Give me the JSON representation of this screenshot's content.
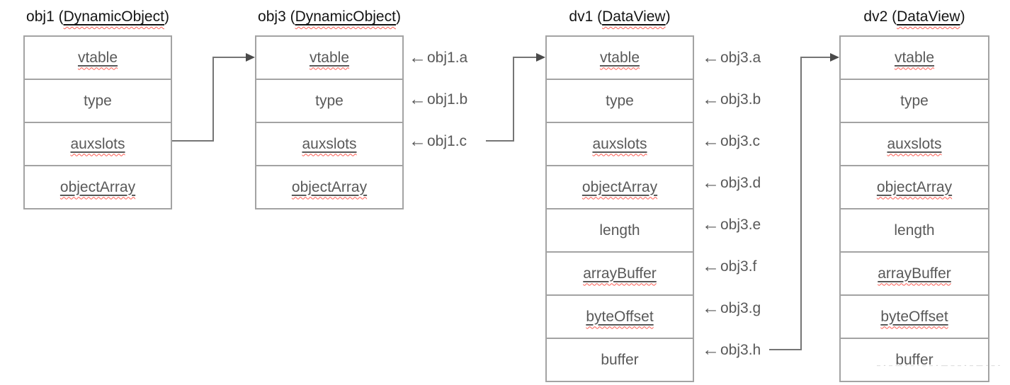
{
  "diagram": {
    "arrow_char": "←",
    "colors": {
      "border": "#a3a3a3",
      "row_text": "#595959",
      "title_text": "#141414",
      "connector_line": "#757575",
      "arrowhead": "#4a4a4a",
      "squiggle": "#ff5c52"
    },
    "tables": [
      {
        "id": "obj1",
        "title": {
          "prefix": "obj1 (",
          "underlined": "DynamicObject",
          "suffix": ")"
        },
        "rows": [
          {
            "label": "vtable",
            "underline": true,
            "squiggle": true
          },
          {
            "label": "type",
            "underline": false,
            "squiggle": false
          },
          {
            "label": "auxslots",
            "underline": true,
            "squiggle": true
          },
          {
            "label": "objectArray",
            "underline": true,
            "squiggle": true
          }
        ],
        "pointer_labels": []
      },
      {
        "id": "obj3",
        "title": {
          "prefix": "obj3 (",
          "underlined": "DynamicObject",
          "suffix": ")"
        },
        "rows": [
          {
            "label": "vtable",
            "underline": true,
            "squiggle": true
          },
          {
            "label": "type",
            "underline": false,
            "squiggle": false
          },
          {
            "label": "auxslots",
            "underline": true,
            "squiggle": true
          },
          {
            "label": "objectArray",
            "underline": true,
            "squiggle": true
          }
        ],
        "pointer_labels": [
          "obj1.a",
          "obj1.b",
          "obj1.c"
        ]
      },
      {
        "id": "dv1",
        "title": {
          "prefix": "dv1 (",
          "underlined": "DataView",
          "suffix": ")"
        },
        "rows": [
          {
            "label": "vtable",
            "underline": true,
            "squiggle": true
          },
          {
            "label": "type",
            "underline": false,
            "squiggle": false
          },
          {
            "label": "auxslots",
            "underline": true,
            "squiggle": true
          },
          {
            "label": "objectArray",
            "underline": true,
            "squiggle": true
          },
          {
            "label": "length",
            "underline": false,
            "squiggle": false
          },
          {
            "label": "arrayBuffer",
            "underline": true,
            "squiggle": true
          },
          {
            "label": "byteOffset",
            "underline": true,
            "squiggle": true
          },
          {
            "label": "buffer",
            "underline": false,
            "squiggle": false
          }
        ],
        "pointer_labels": [
          "obj3.a",
          "obj3.b",
          "obj3.c",
          "obj3.d",
          "obj3.e",
          "obj3.f",
          "obj3.g",
          "obj3.h"
        ]
      },
      {
        "id": "dv2",
        "title": {
          "prefix": "dv2 (",
          "underlined": "DataView",
          "suffix": ")"
        },
        "rows": [
          {
            "label": "vtable",
            "underline": true,
            "squiggle": true
          },
          {
            "label": "type",
            "underline": false,
            "squiggle": false
          },
          {
            "label": "auxslots",
            "underline": true,
            "squiggle": true
          },
          {
            "label": "objectArray",
            "underline": true,
            "squiggle": true
          },
          {
            "label": "length",
            "underline": false,
            "squiggle": false
          },
          {
            "label": "arrayBuffer",
            "underline": true,
            "squiggle": true
          },
          {
            "label": "byteOffset",
            "underline": true,
            "squiggle": true
          },
          {
            "label": "buffer",
            "underline": false,
            "squiggle": false
          }
        ],
        "pointer_labels": []
      }
    ],
    "connections": [
      {
        "from": "obj1.auxslots",
        "to": "obj3.vtable"
      },
      {
        "from": "pointer-label obj1.c",
        "to": "dv1.vtable"
      },
      {
        "from": "pointer-label obj3.h",
        "to": "dv2.vtable"
      }
    ],
    "watermark": "– - – — - – - – – - — – – - – — - – - – — –"
  }
}
